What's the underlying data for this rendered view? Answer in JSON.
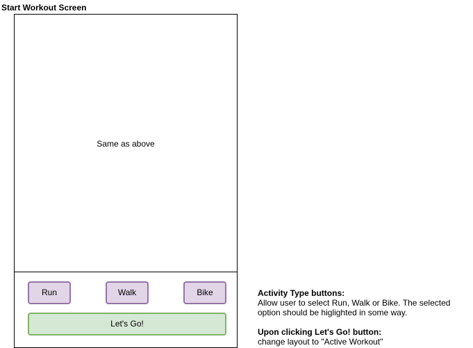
{
  "screen_title": "Start Workout Screen",
  "content_placeholder": "Same as above",
  "activity_buttons": [
    {
      "label": "Run"
    },
    {
      "label": "Walk"
    },
    {
      "label": "Bike"
    }
  ],
  "go_button": {
    "label": "Let's Go!"
  },
  "notes": [
    {
      "heading": "Activity Type buttons:",
      "body": "Allow user to select Run, Walk or Bike. The selected option should be higlighted in some way."
    },
    {
      "heading": "Upon clicking Let's Go! button:",
      "body": "change layout to \"Active Workout\""
    }
  ],
  "colors": {
    "activity_fill": "#e1d5e7",
    "activity_border": "#9673a6",
    "go_fill": "#d5e8d4",
    "go_border": "#82b366"
  }
}
